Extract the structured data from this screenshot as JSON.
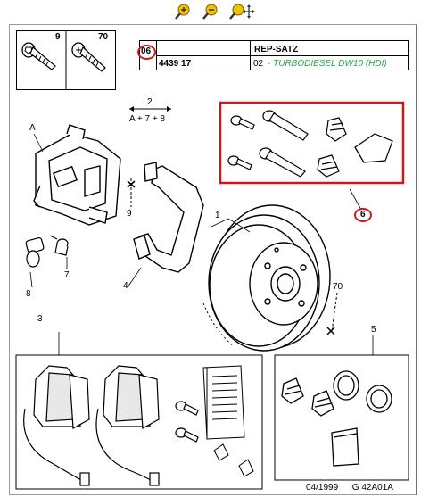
{
  "toolbar": {
    "zoom_in_icon": "zoom-in-icon",
    "zoom_out_icon": "zoom-out-icon",
    "zoom_pan_icon": "zoom-pan-icon"
  },
  "legend": {
    "screw_a_ref": "9",
    "screw_b_ref": "70"
  },
  "part_info": {
    "ref_number": "06",
    "part_number": "4439 17",
    "title": "REP-SATZ",
    "variant_code": "02",
    "variant_desc": "- TURBODIESEL DW10 (HDI)"
  },
  "labels": {
    "top_ref": "2",
    "top_formula": "A + 7 + 8",
    "A": "A",
    "n9": "9",
    "n7": "7",
    "n8": "8",
    "n4": "4",
    "n1": "1",
    "n70": "70",
    "n6": "6",
    "n3": "3",
    "n5": "5"
  },
  "footer": {
    "date": "04/1999",
    "code": "IG 42A01A"
  },
  "colors": {
    "highlight_red": "#d01818",
    "variant_green": "#1fa84a",
    "icon_yellow": "#f2c200"
  }
}
